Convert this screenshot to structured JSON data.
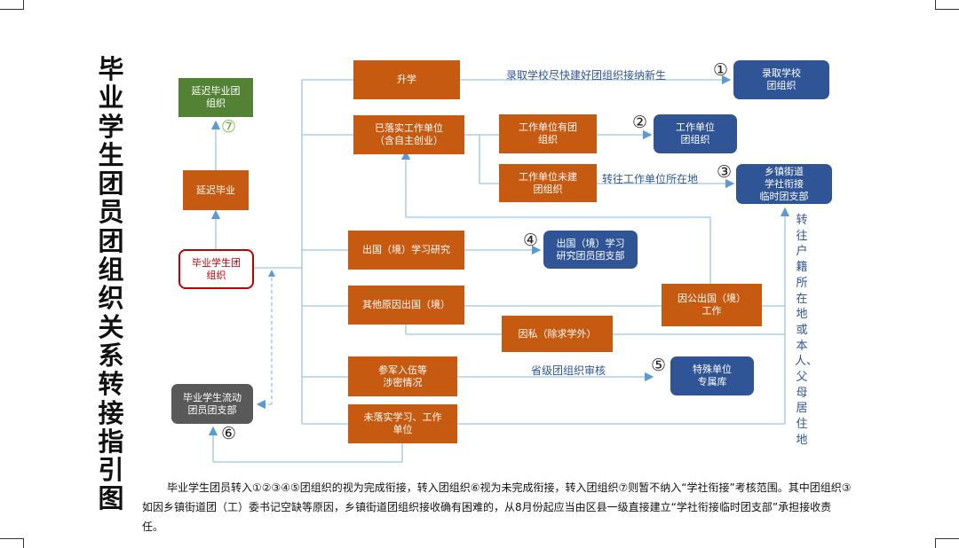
{
  "title": "毕业学生团员团组织关系转接指引图",
  "boxes": {
    "grad_org": "毕业学生团\n组织",
    "delay_grad": "延迟毕业",
    "delay_org": "延迟毕业团\n组织",
    "mobile_branch": "毕业学生流动\n团员团支部",
    "further_study": "升学",
    "employed": "已落实工作单位\n（含自主创业）",
    "unit_has_org": "工作单位有团\n组织",
    "unit_no_org": "工作单位未建\n团组织",
    "study_abroad": "出国（境）学习研究",
    "other_abroad": "其他原因出国（境）",
    "public_abroad": "因公出国（境）\n工作",
    "private_abroad": "因私（除求学外）",
    "military": "参军入伍等\n涉密情况",
    "not_settled": "未落实学习、工作\n单位",
    "admit_school_org": "录取学校\n团组织",
    "unit_org": "工作单位\n团组织",
    "town_branch": "乡镇街道\n学社衔接\n临时团支部",
    "abroad_branch": "出国（境）学习\n研究团员团支部",
    "special_unit": "特殊单位\n专属库"
  },
  "labels": {
    "school_label": "录取学校尽快建好团组织接纳新生",
    "transfer_label": "转往工作单位所在地",
    "review_label": "省级团组织审核",
    "vertical_label": "转往户籍所在地或本人、父母居住地"
  },
  "circles": {
    "c1": "①",
    "c2": "②",
    "c3": "③",
    "c4": "④",
    "c5": "⑤",
    "c6": "⑥",
    "c7": "⑦"
  },
  "note": "毕业学生团员转入①②③④⑤团组织的视为完成衔接，转入团组织⑥视为未完成衔接，转入团组织⑦则暂不纳入“学社衔接”考核范围。其中团组织③如因乡镇街道团（工）委书记空缺等原因，乡镇街道团组织接收确有困难的，从8月份起应当由区县一级直接建立“学社衔接临时团支部”承担接收责任。",
  "colors": {
    "orange": "#c65a11",
    "blue": "#2f5597",
    "green": "#548235",
    "gray": "#595959",
    "red_border": "#c00000",
    "line": "#9dc3e6"
  }
}
